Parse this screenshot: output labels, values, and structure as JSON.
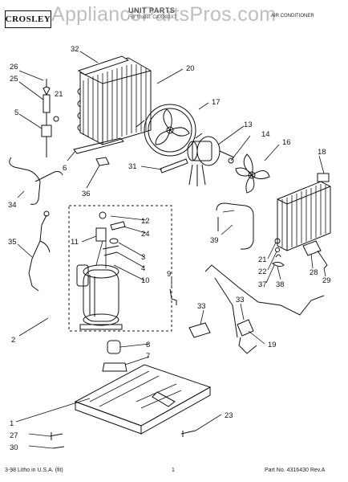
{
  "header": {
    "brand": "CROSLEY",
    "title": "UNIT PARTS",
    "subtitle": "For Model: CAX083X7",
    "right_text": "AIR CONDITIONER"
  },
  "watermark": "AppliancePartsPros.com",
  "footer": {
    "left": "3-98 Litho in U.S.A. (fit)",
    "center": "1",
    "right": "Part No. 4316430 Rev.A"
  },
  "callouts": {
    "c1": "1",
    "c2": "2",
    "c3": "3",
    "c4": "4",
    "c5": "5",
    "c6": "6",
    "c7": "7",
    "c8": "8",
    "c9": "9",
    "c10": "10",
    "c11": "11",
    "c12": "12",
    "c13": "13",
    "c14": "14",
    "c16": "16",
    "c17": "17",
    "c18": "18",
    "c19": "19",
    "c20": "20",
    "c21a": "21",
    "c21b": "21",
    "c22": "22",
    "c23": "23",
    "c24": "24",
    "c25": "25",
    "c26": "26",
    "c27": "27",
    "c28": "28",
    "c29": "29",
    "c30": "30",
    "c31": "31",
    "c32": "32",
    "c33a": "33",
    "c33b": "33",
    "c34": "34",
    "c35": "35",
    "c36": "36",
    "c37": "37",
    "c38": "38",
    "c39": "39"
  }
}
